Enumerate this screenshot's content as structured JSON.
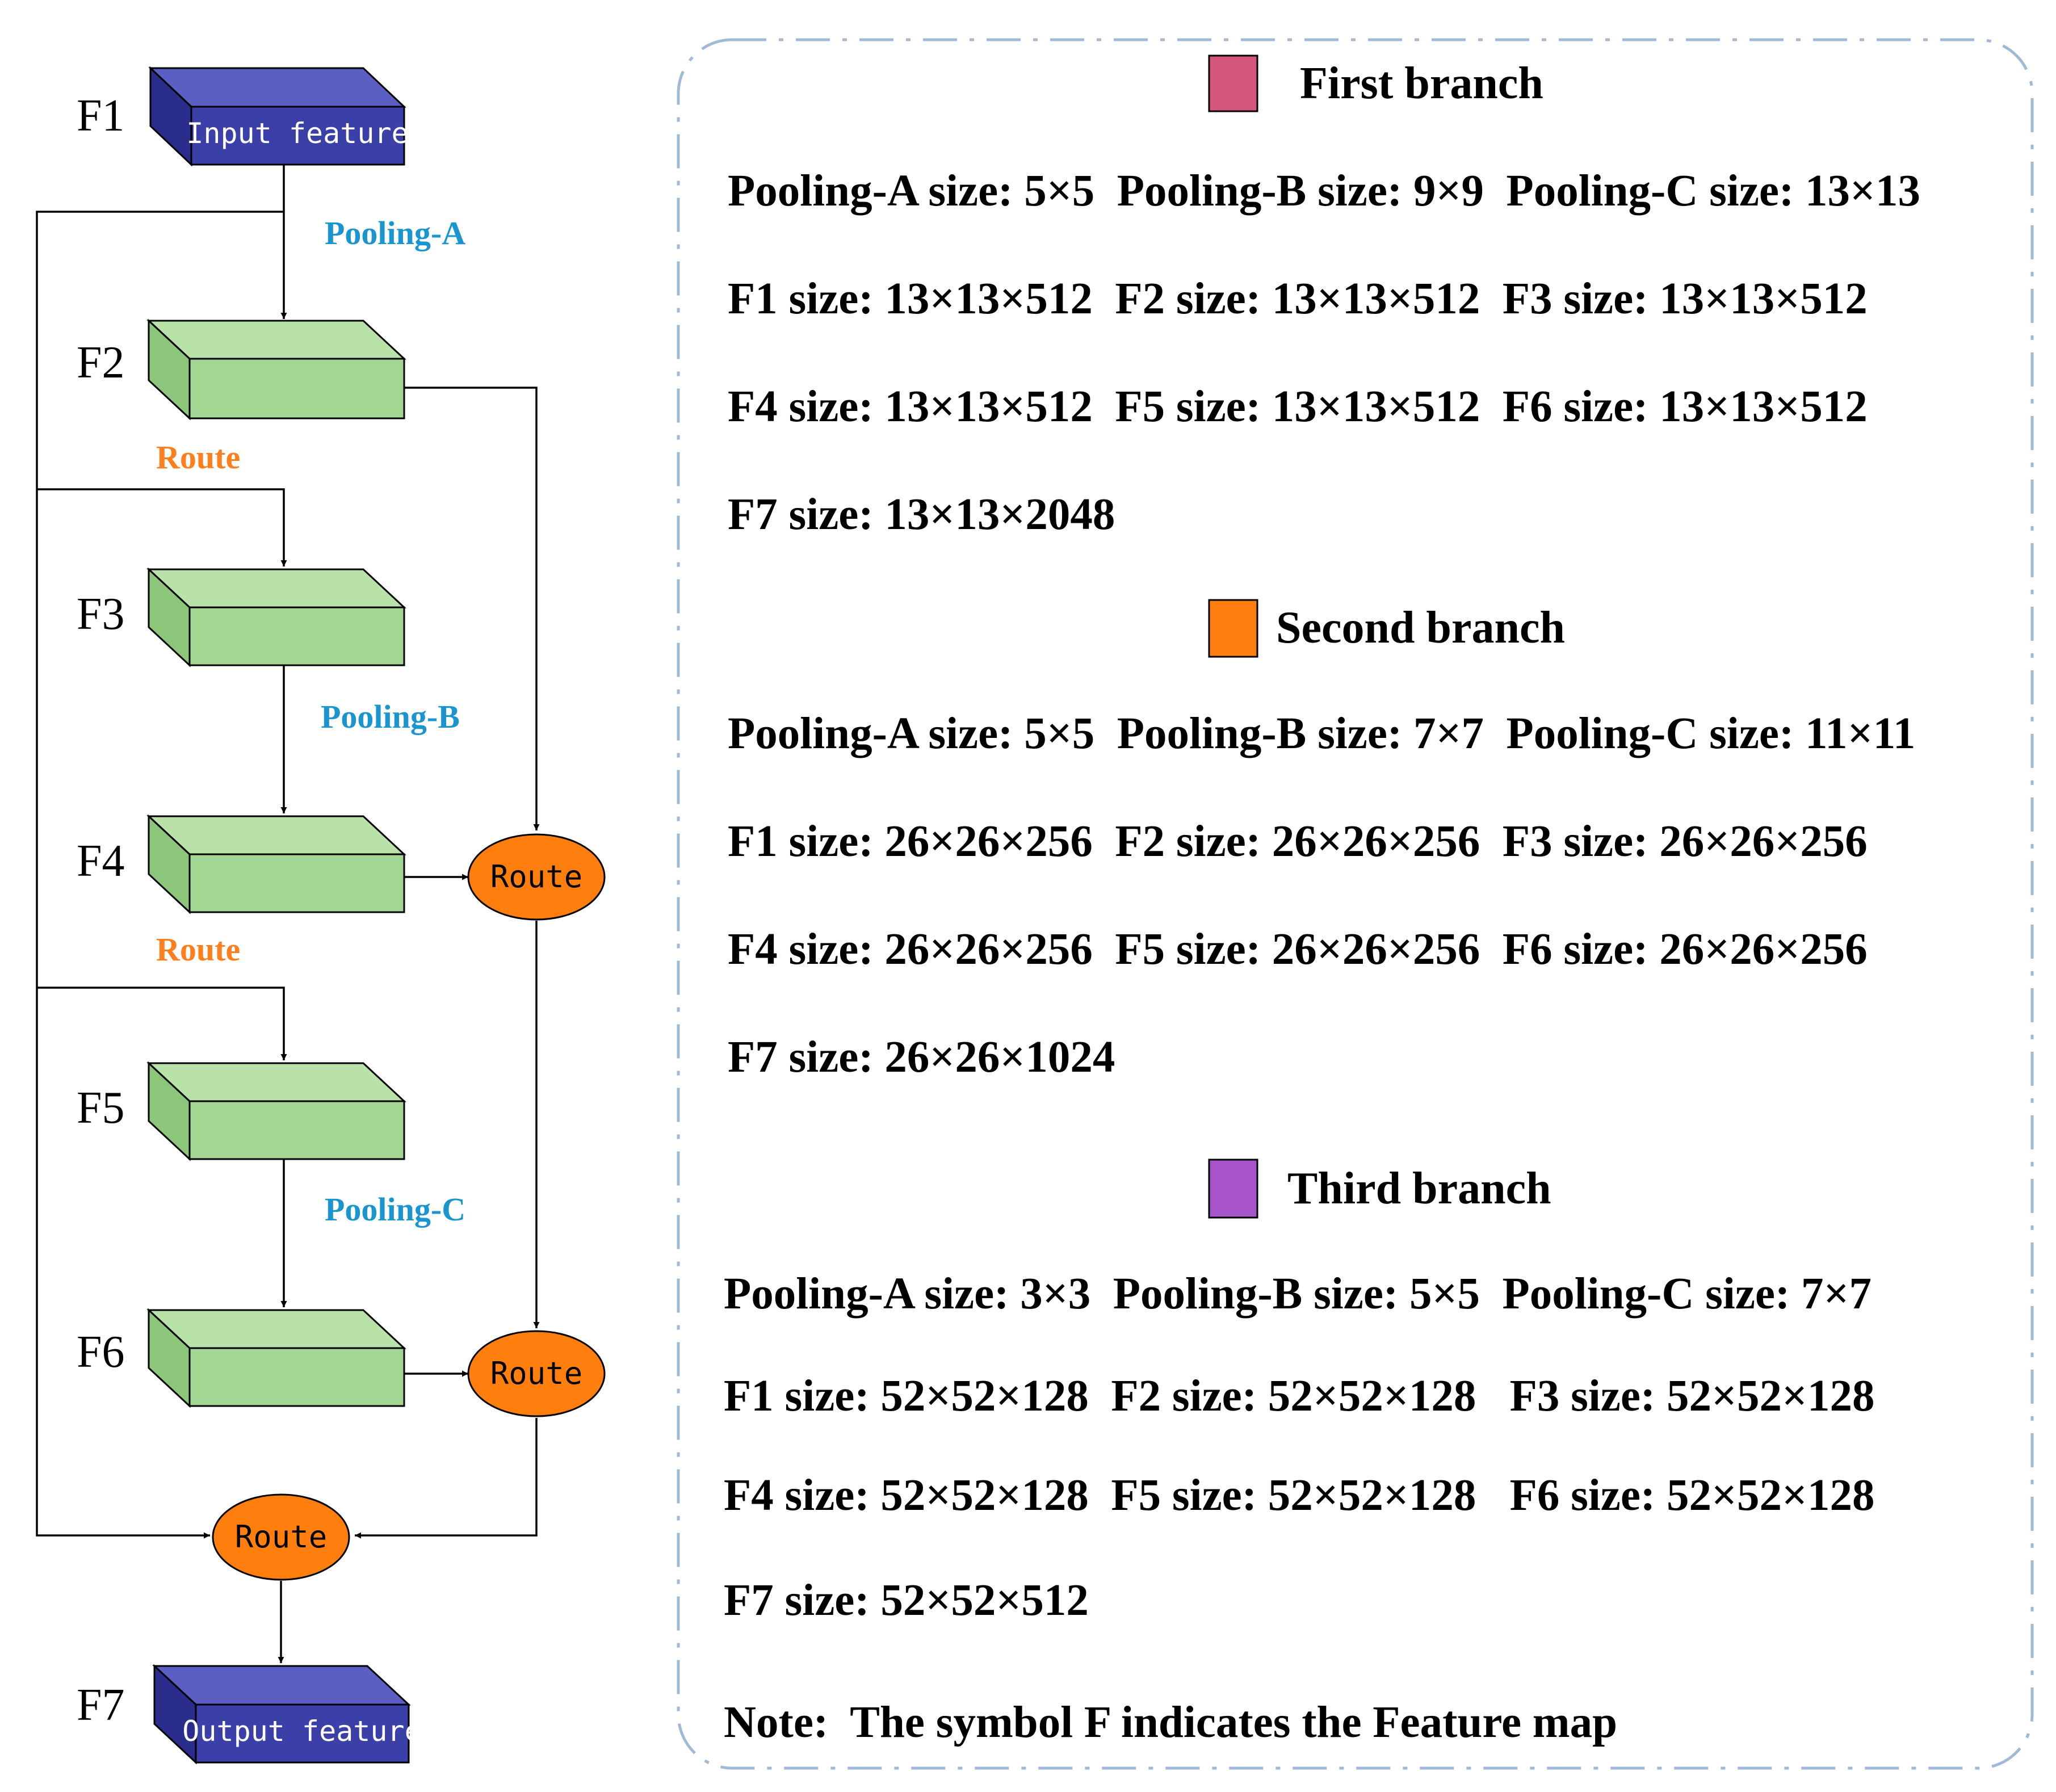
{
  "feature_labels": {
    "f1": "F1",
    "f2": "F2",
    "f3": "F3",
    "f4": "F4",
    "f5": "F5",
    "f6": "F6",
    "f7": "F7"
  },
  "boxes": {
    "input": "Input feature",
    "output": "Output feature"
  },
  "pooling_labels": {
    "a": "Pooling-A",
    "b": "Pooling-B",
    "c": "Pooling-C"
  },
  "route_labels": {
    "r1": "Route",
    "r2": "Route"
  },
  "route_nodes": {
    "n1": "Route",
    "n2": "Route",
    "n3": "Route"
  },
  "branches": [
    {
      "title": "First branch",
      "color": "#d6557a",
      "lines": [
        "Pooling-A size: 5×5  Pooling-B size: 9×9  Pooling-C size: 13×13",
        "F1 size: 13×13×512  F2 size: 13×13×512  F3 size: 13×13×512",
        "F4 size: 13×13×512  F5 size: 13×13×512  F6 size: 13×13×512",
        "F7 size: 13×13×2048"
      ]
    },
    {
      "title": "Second branch",
      "color": "#ff7f0e",
      "lines": [
        "Pooling-A size: 5×5  Pooling-B size: 7×7  Pooling-C size: 11×11",
        "F1 size: 26×26×256  F2 size: 26×26×256  F3 size: 26×26×256",
        "F4 size: 26×26×256  F5 size: 26×26×256  F6 size: 26×26×256",
        "F7 size: 26×26×1024"
      ]
    },
    {
      "title": "Third branch",
      "color": "#a855cc",
      "lines": [
        "Pooling-A size: 3×3  Pooling-B size: 5×5  Pooling-C size: 7×7",
        "F1 size: 52×52×128  F2 size: 52×52×128   F3 size: 52×52×128",
        "F4 size: 52×52×128  F5 size: 52×52×128   F6 size: 52×52×128",
        "F7 size: 52×52×512"
      ]
    }
  ],
  "note": "Note:  The symbol F indicates the Feature map",
  "colors": {
    "feature_box_blue": "#3b3fa8",
    "feature_box_green": "#a3d693",
    "route_node": "#ff7f0e",
    "pooling_text": "#1a95cf",
    "route_text": "#ff7f1f",
    "panel_border": "#9fbad6"
  }
}
